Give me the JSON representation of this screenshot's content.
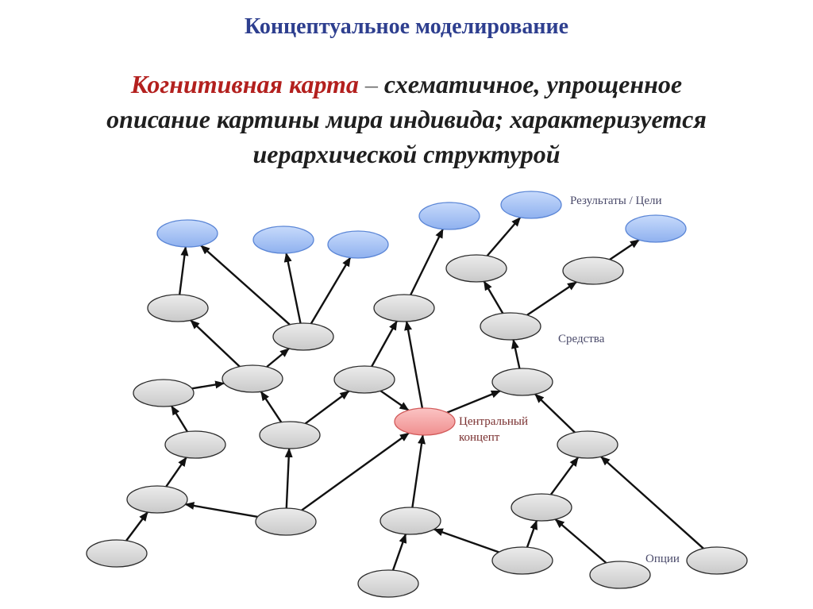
{
  "header": {
    "title": "Концептуальное моделирование"
  },
  "definition": {
    "term": "Когнитивная карта",
    "dash": "–",
    "line1_rest": "схематичное, упрощенное",
    "line2": "описание картины мира индивида; характеризуется",
    "line3": "иерархической структурой"
  },
  "diagram": {
    "labels": {
      "results": "Результаты / Цели",
      "means": "Средства",
      "central_line1": "Центральный",
      "central_line2": "концепт",
      "options": "Опции"
    },
    "colors": {
      "goal_fill": "#9dbcf3",
      "goal_stroke": "#5b86d6",
      "node_fill": "#d6d6d6",
      "node_stroke": "#2b2b2b",
      "central_fill": "#f5a3a3",
      "central_stroke": "#d25b5b",
      "label_color": "#4a4a6a",
      "central_label_color": "#7a3030",
      "arrow_color": "#111111"
    }
  }
}
